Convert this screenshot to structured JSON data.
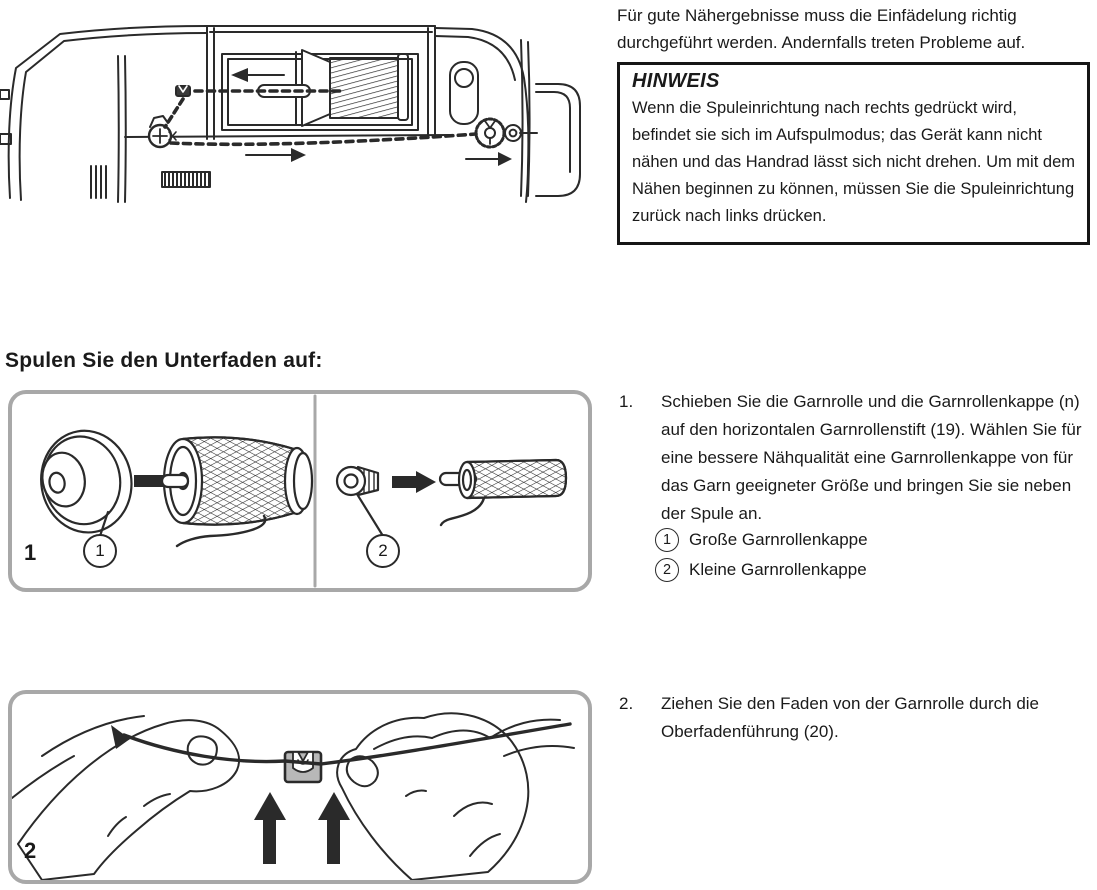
{
  "page": {
    "intro_text": "Für gute Nähergebnisse muss die Einfädelung richtig durchgeführt werden. Andernfalls treten Probleme auf.",
    "hinweis": {
      "title": "HINWEIS",
      "body": "Wenn die Spuleinrichtung nach rechts gedrückt wird, befindet sie sich im Aufspulmodus; das Gerät kann nicht nähen und das Handrad lässt sich nicht drehen. Um mit dem Nähen beginnen zu können, müssen Sie die Spuleinrichtung zurück nach links drücken."
    },
    "section_heading": "Spulen Sie den Unterfaden auf:",
    "steps": [
      {
        "number": "1.",
        "text": "Schieben Sie die Garnrolle und die Garnrollenkappe (n) auf den horizontalen Garnrollenstift (19). Wählen Sie für eine bessere Nähqualität eine Garnrollenkappe von für das Garn geeigneter Größe und bringen Sie sie neben der Spule an."
      },
      {
        "number": "2.",
        "text": "Ziehen Sie den Faden von der Garnrolle durch die Oberfadenführung (20)."
      }
    ],
    "legend": [
      {
        "number": "1",
        "label": "Große Garnrollenkappe"
      },
      {
        "number": "2",
        "label": "Kleine Garnrollenkappe"
      }
    ],
    "figures": {
      "fig1_label": "1",
      "fig2_label": "2",
      "fig1_callout_large": "1",
      "fig1_callout_small": "2"
    },
    "colors": {
      "line": "#2a2a2a",
      "frame_gray": "#a8a8a8",
      "guide_gray": "#b8b8b8",
      "text": "#1a1a1a"
    }
  }
}
